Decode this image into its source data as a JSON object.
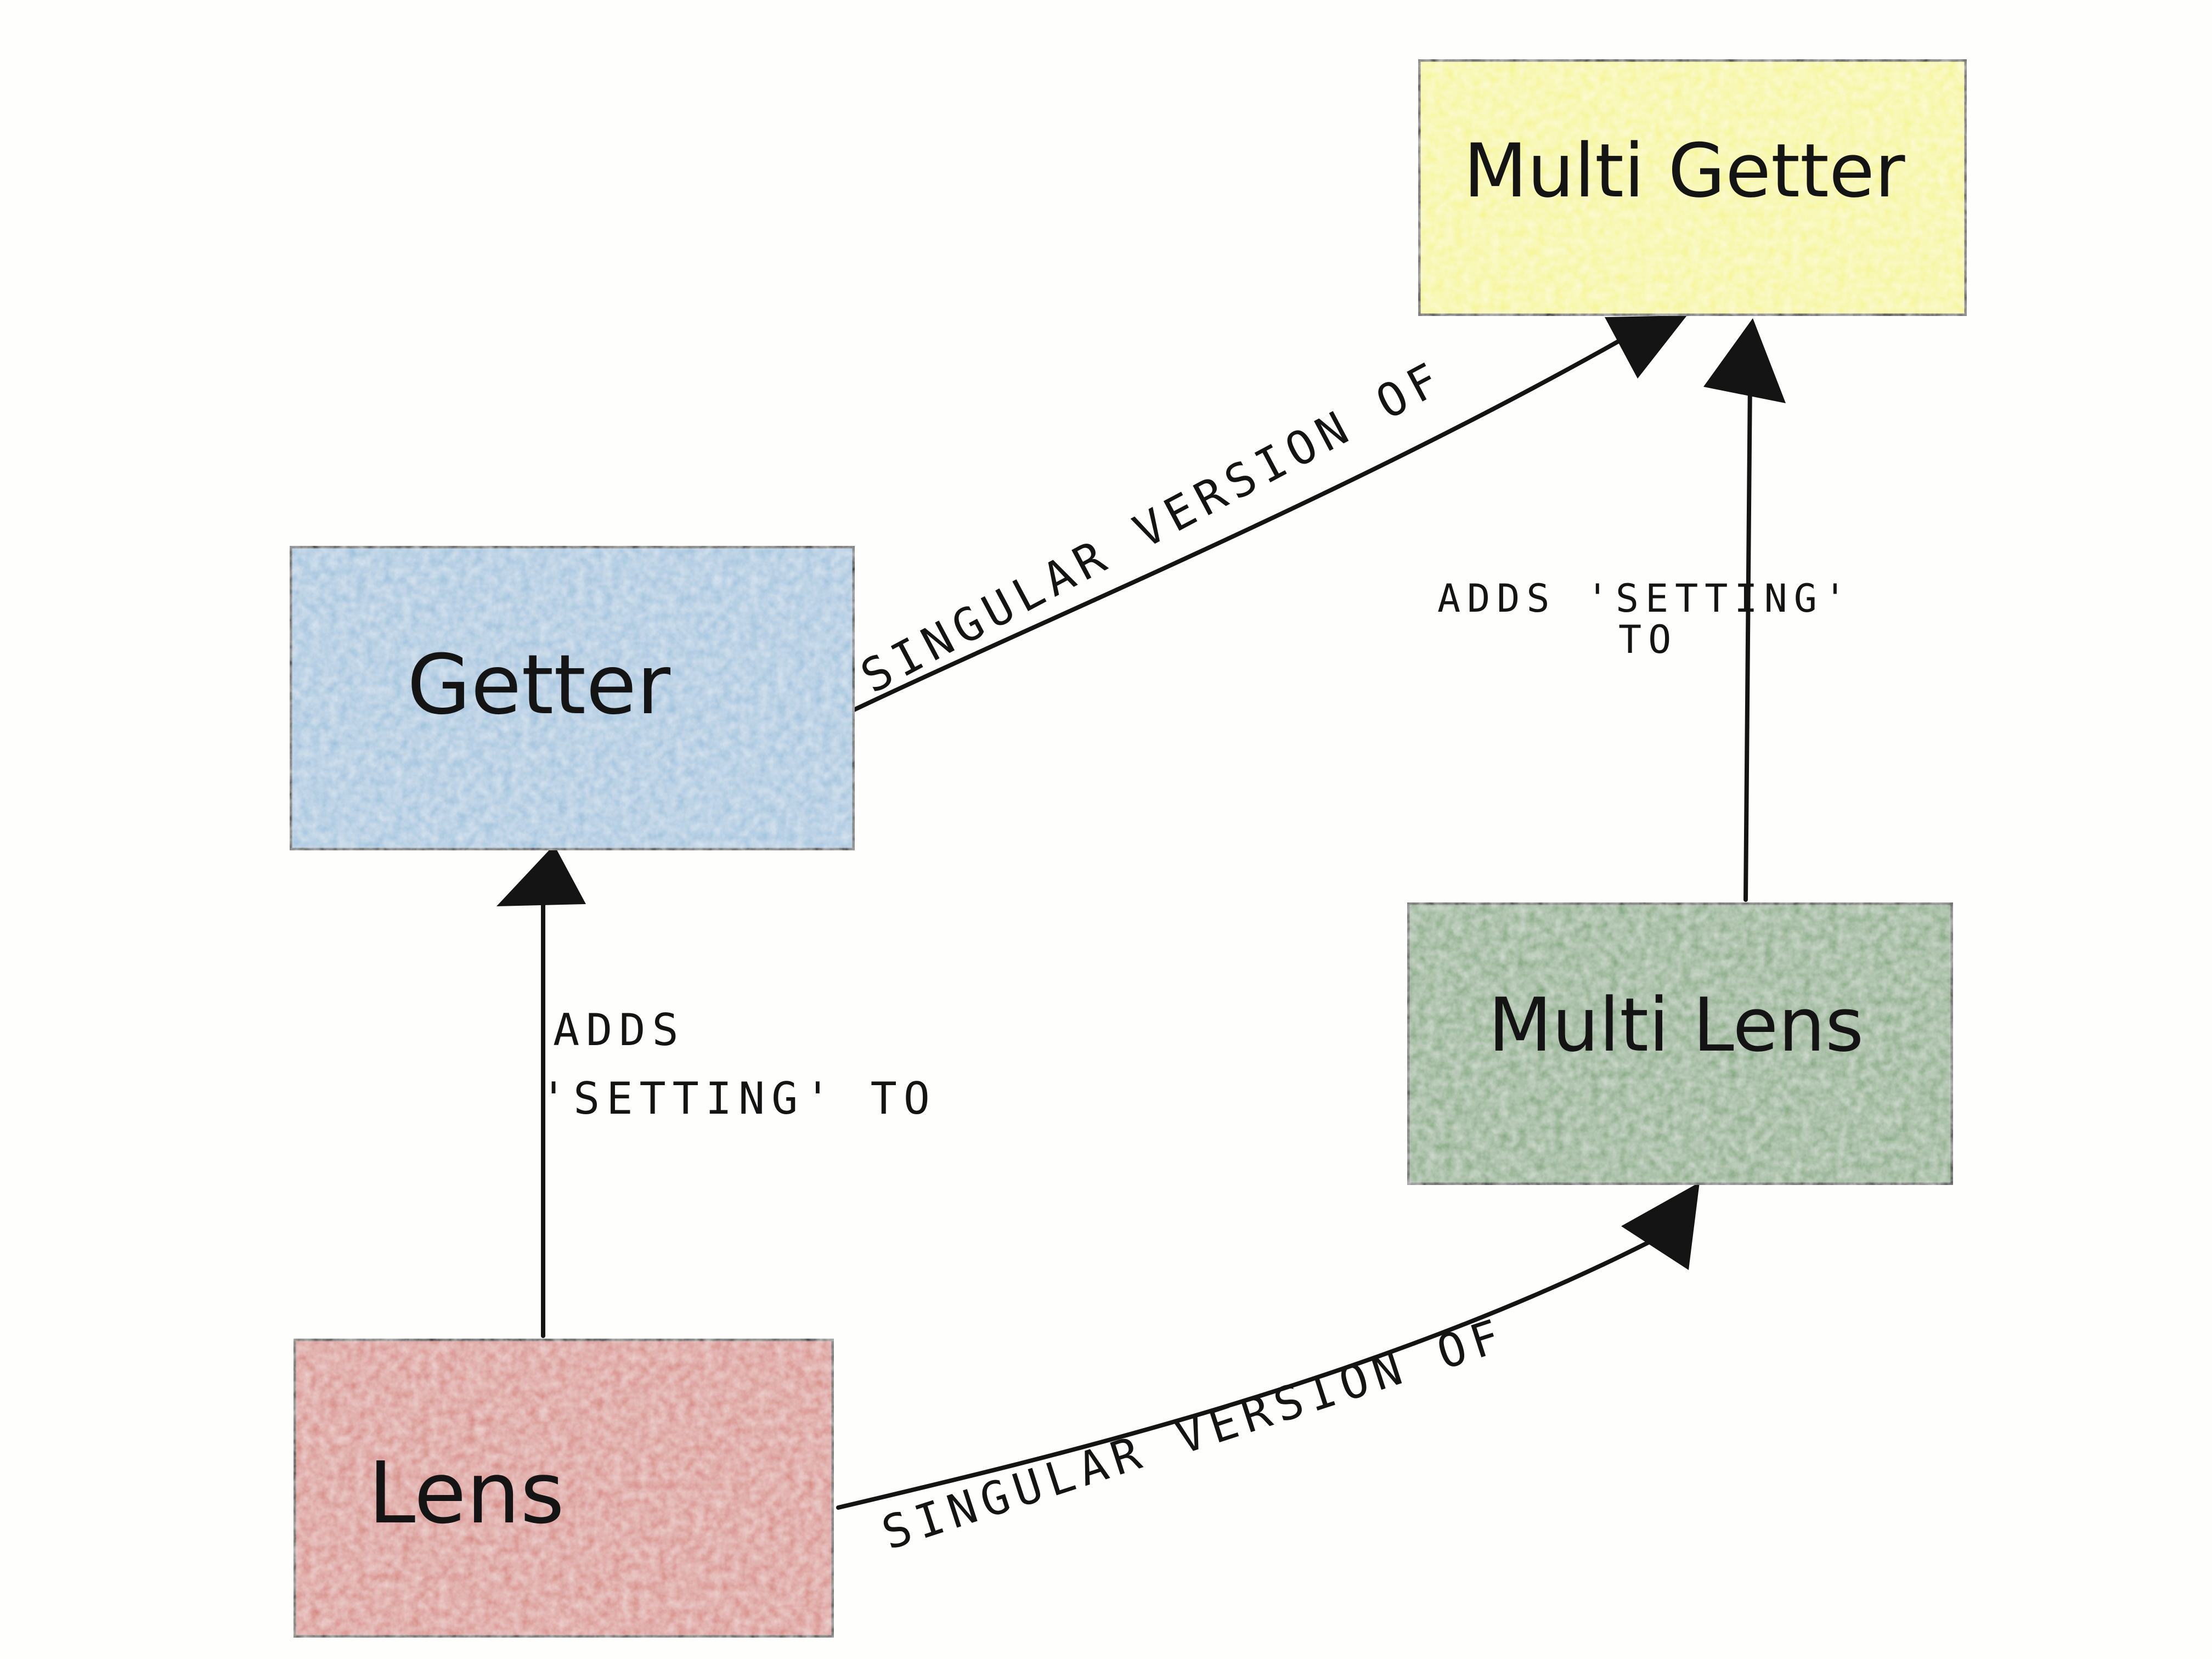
{
  "nodes": {
    "multi_getter": {
      "label": "Multi Getter",
      "color": "#f6f58e"
    },
    "getter": {
      "label": "Getter",
      "color": "#9bbfdb"
    },
    "multi_lens": {
      "label": "Multi Lens",
      "color": "#7fa57c"
    },
    "lens": {
      "label": "Lens",
      "color": "#d6857f"
    }
  },
  "edges": {
    "getter_to_multi_getter": {
      "label": "SINGULAR VERSION OF"
    },
    "multi_lens_to_multi_getter": {
      "label_line1": "ADDS 'SETTING'",
      "label_line2": "TO"
    },
    "lens_to_getter": {
      "label_line1": "ADDS",
      "label_line2": "'SETTING' TO"
    },
    "lens_to_multi_lens": {
      "label": "SINGULAR VERSION OF"
    }
  },
  "colors": {
    "ink": "#141414",
    "paper": "#fefefd"
  }
}
